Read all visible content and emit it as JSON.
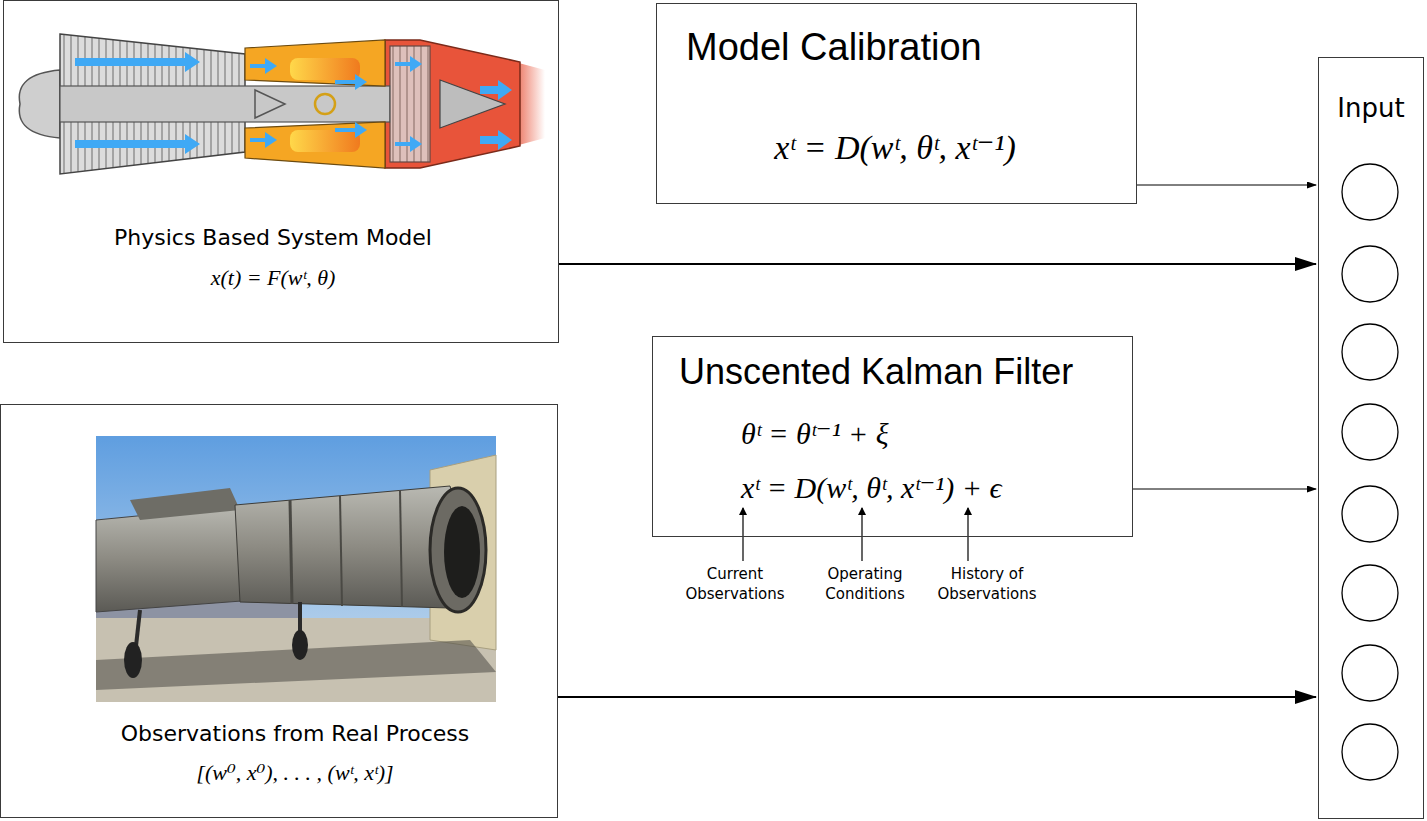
{
  "diagram": {
    "nodes": [
      {
        "text": [
          "Physics Based System Model",
          "x(t) = F(wᵗ, θ)"
        ]
      },
      {
        "text": [
          "Model Calibration",
          "xᵗ = D(wᵗ, θᵗ, xᵗ⁻¹)"
        ]
      },
      {
        "text": [
          "Unscented Kalman Filter",
          "θᵗ = θᵗ⁻¹ + ξ",
          "xᵗ = D(wᵗ, θᵗ, xᵗ⁻¹) + ϵ"
        ]
      },
      {
        "text": [
          "Observations from Real Process",
          "[(w⁰, x⁰), . . . , (wᵗ, xᵗ)]"
        ]
      },
      {
        "text": [
          "Input"
        ]
      }
    ],
    "edges": [
      {
        "from": 0,
        "to": 4,
        "arrow": "to"
      },
      {
        "from": 1,
        "to": 4,
        "arrow": "to"
      },
      {
        "from": 2,
        "to": 4,
        "arrow": "to"
      },
      {
        "from": 3,
        "to": 4,
        "arrow": "to"
      }
    ],
    "labels": [
      "Current Observations",
      "Operating Conditions",
      "History of Observations"
    ]
  }
}
